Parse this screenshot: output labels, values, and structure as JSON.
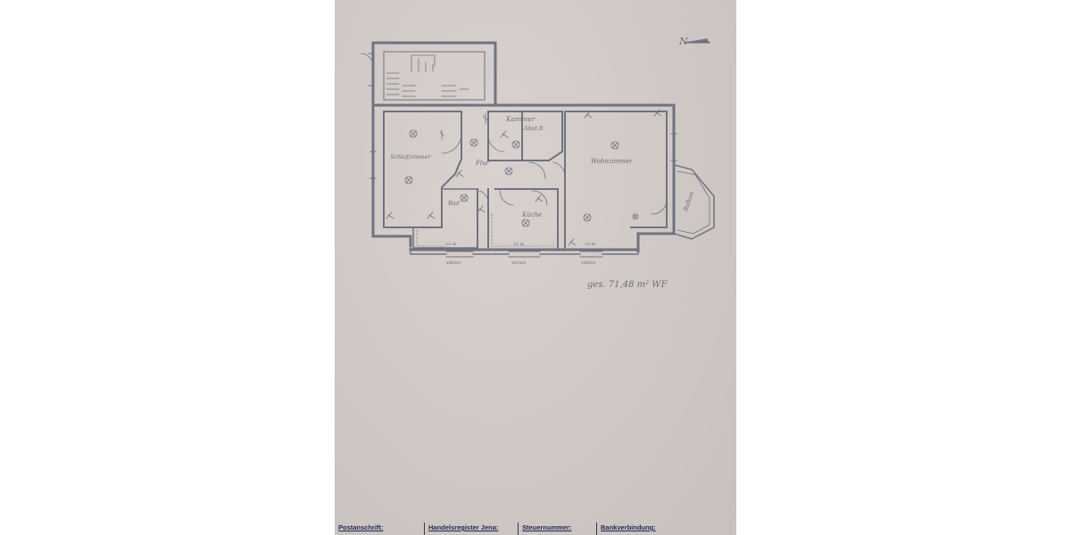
{
  "plan": {
    "north_label": "N",
    "area_note": "ges. 71,48 m² WF",
    "rooms": {
      "schlafzimmer": "Schlafzimmer",
      "flur": "Flur",
      "kammer": "Kammer",
      "abstellraum": "Abst.R",
      "wohnzimmer": "Wohnzimmer",
      "bad": "Bad",
      "kueche": "Küche",
      "balkon": "Balkon"
    },
    "dimensions": {
      "window_1": "126/101",
      "window_2": "101/101",
      "window_3": "126/101",
      "sill_1": "101 86",
      "sill_2": "101 86",
      "sill_3": "101 86"
    }
  },
  "footer": {
    "postanschrift": "Postanschrift:",
    "handelsregister": "Handelsregister Jena:",
    "steuernummer": "Steuernummer:",
    "bankverbindung": "Bankverbindung:"
  },
  "colors": {
    "paper": "#d4ccc9",
    "ink": "#6a6e7a",
    "footer_ink": "#1e2a55"
  }
}
